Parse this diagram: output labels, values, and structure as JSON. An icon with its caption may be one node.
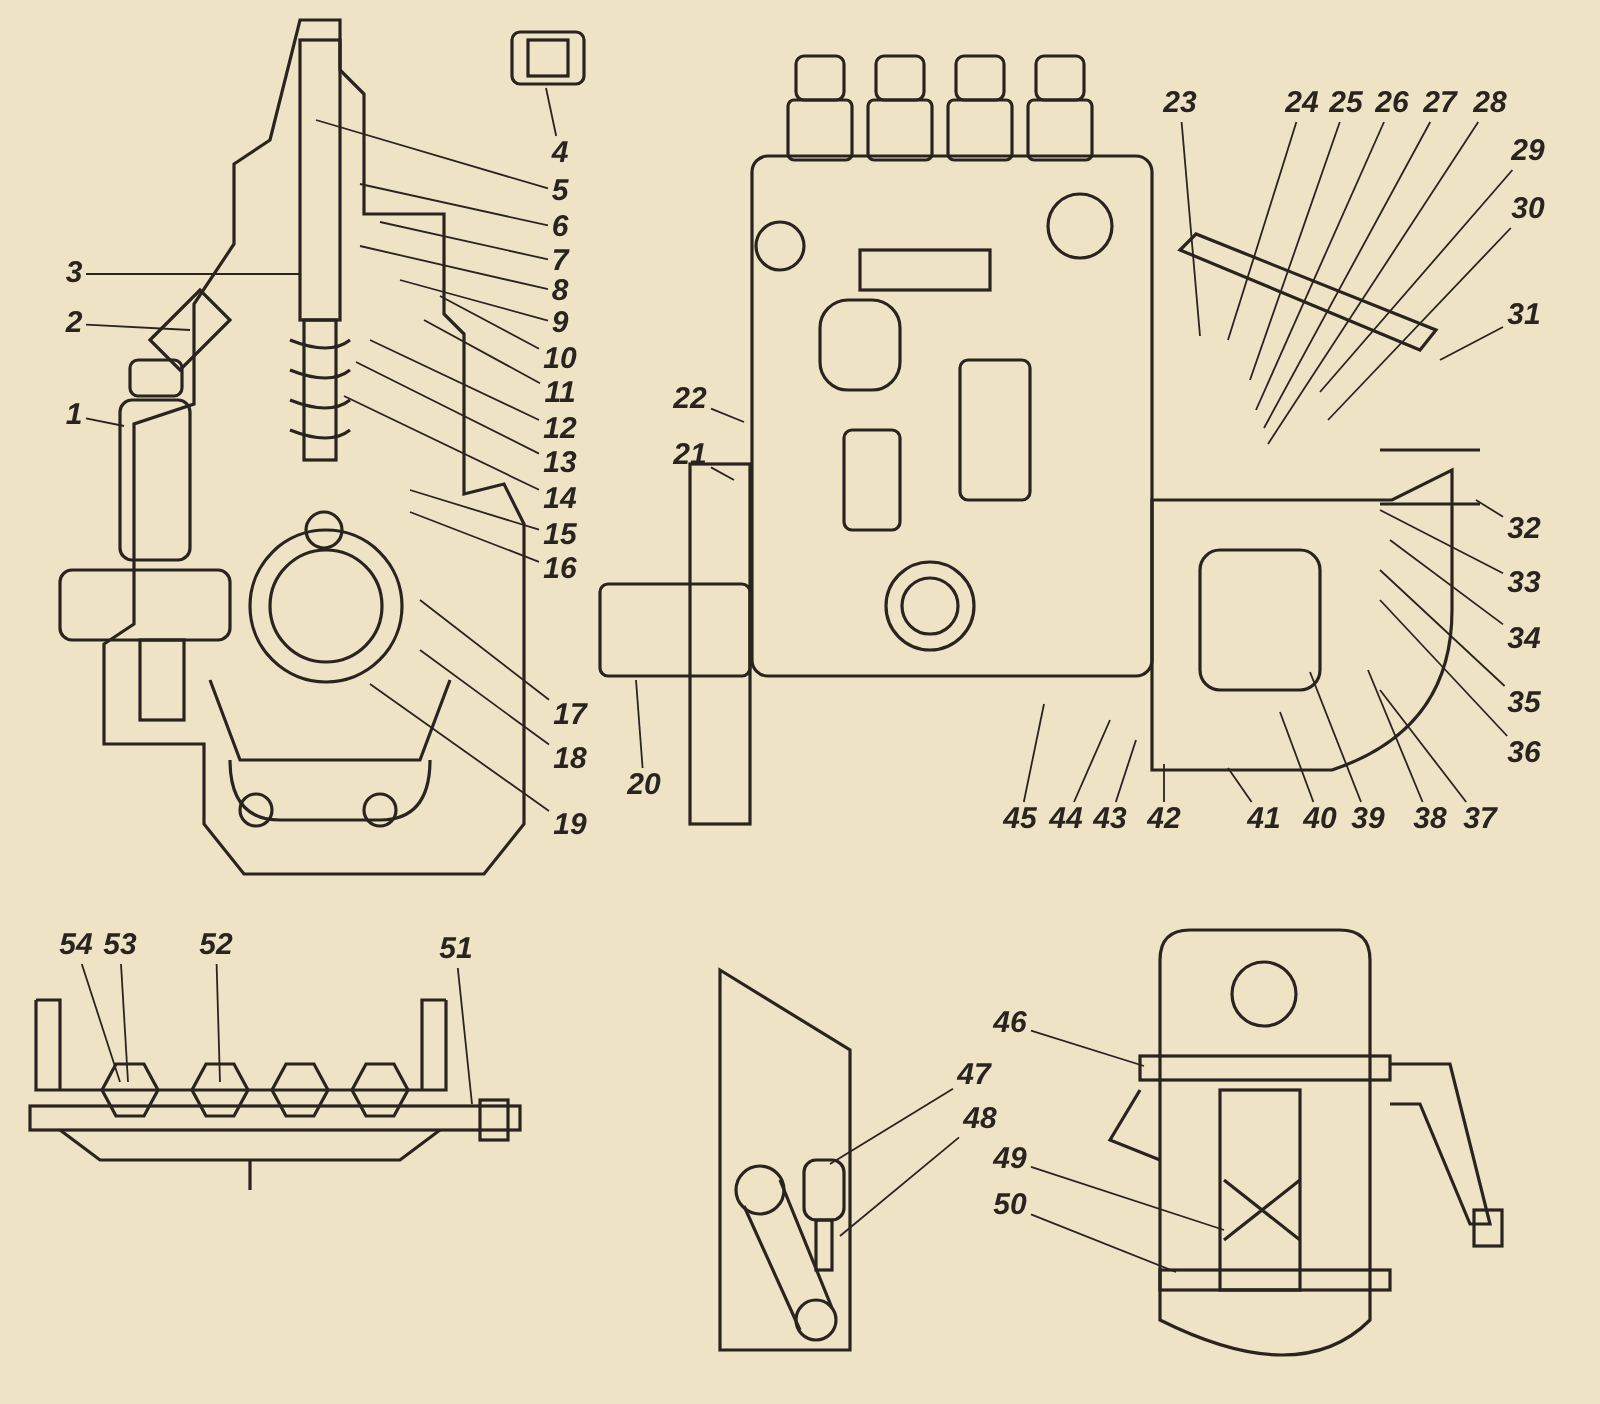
{
  "diagram": {
    "nodes": [
      {
        "text": [
          "1"
        ]
      },
      {
        "text": [
          "2"
        ]
      },
      {
        "text": [
          "3"
        ]
      },
      {
        "text": [
          "4"
        ]
      },
      {
        "text": [
          "5"
        ]
      },
      {
        "text": [
          "6"
        ]
      },
      {
        "text": [
          "7"
        ]
      },
      {
        "text": [
          "8"
        ]
      },
      {
        "text": [
          "9"
        ]
      },
      {
        "text": [
          "10"
        ]
      },
      {
        "text": [
          "11"
        ]
      },
      {
        "text": [
          "12"
        ]
      },
      {
        "text": [
          "13"
        ]
      },
      {
        "text": [
          "14"
        ]
      },
      {
        "text": [
          "15"
        ]
      },
      {
        "text": [
          "16"
        ]
      },
      {
        "text": [
          "17"
        ]
      },
      {
        "text": [
          "18"
        ]
      },
      {
        "text": [
          "19"
        ]
      },
      {
        "text": [
          "20"
        ]
      },
      {
        "text": [
          "21"
        ]
      },
      {
        "text": [
          "22"
        ]
      },
      {
        "text": [
          "23"
        ]
      },
      {
        "text": [
          "24"
        ]
      },
      {
        "text": [
          "25"
        ]
      },
      {
        "text": [
          "26"
        ]
      },
      {
        "text": [
          "27"
        ]
      },
      {
        "text": [
          "28"
        ]
      },
      {
        "text": [
          "29"
        ]
      },
      {
        "text": [
          "30"
        ]
      },
      {
        "text": [
          "31"
        ]
      },
      {
        "text": [
          "32"
        ]
      },
      {
        "text": [
          "33"
        ]
      },
      {
        "text": [
          "34"
        ]
      },
      {
        "text": [
          "35"
        ]
      },
      {
        "text": [
          "36"
        ]
      },
      {
        "text": [
          "37"
        ]
      },
      {
        "text": [
          "38"
        ]
      },
      {
        "text": [
          "39"
        ]
      },
      {
        "text": [
          "40"
        ]
      },
      {
        "text": [
          "41"
        ]
      },
      {
        "text": [
          "42"
        ]
      },
      {
        "text": [
          "43"
        ]
      },
      {
        "text": [
          "44"
        ]
      },
      {
        "text": [
          "45"
        ]
      },
      {
        "text": [
          "46"
        ]
      },
      {
        "text": [
          "47"
        ]
      },
      {
        "text": [
          "48"
        ]
      },
      {
        "text": [
          "49"
        ]
      },
      {
        "text": [
          "50"
        ]
      },
      {
        "text": [
          "51"
        ]
      },
      {
        "text": [
          "52"
        ]
      },
      {
        "text": [
          "53"
        ]
      },
      {
        "text": [
          "54"
        ]
      }
    ],
    "edges": [
      {
        "from": 0,
        "to": null,
        "arrow": "none"
      },
      {
        "from": 1,
        "to": null,
        "arrow": "none"
      },
      {
        "from": 2,
        "to": null,
        "arrow": "none"
      },
      {
        "from": 3,
        "to": null,
        "arrow": "none"
      },
      {
        "from": 4,
        "to": null,
        "arrow": "none"
      },
      {
        "from": 5,
        "to": null,
        "arrow": "none"
      },
      {
        "from": 6,
        "to": null,
        "arrow": "none"
      },
      {
        "from": 7,
        "to": null,
        "arrow": "none"
      },
      {
        "from": 8,
        "to": null,
        "arrow": "none"
      },
      {
        "from": 9,
        "to": null,
        "arrow": "none"
      },
      {
        "from": 10,
        "to": null,
        "arrow": "none"
      },
      {
        "from": 11,
        "to": null,
        "arrow": "none"
      },
      {
        "from": 12,
        "to": null,
        "arrow": "none"
      },
      {
        "from": 13,
        "to": null,
        "arrow": "none"
      },
      {
        "from": 14,
        "to": null,
        "arrow": "none"
      },
      {
        "from": 15,
        "to": null,
        "arrow": "none"
      },
      {
        "from": 16,
        "to": null,
        "arrow": "none"
      },
      {
        "from": 17,
        "to": null,
        "arrow": "none"
      },
      {
        "from": 18,
        "to": null,
        "arrow": "none"
      },
      {
        "from": 19,
        "to": null,
        "arrow": "none"
      },
      {
        "from": 20,
        "to": null,
        "arrow": "none"
      },
      {
        "from": 21,
        "to": null,
        "arrow": "none"
      },
      {
        "from": 22,
        "to": null,
        "arrow": "none"
      },
      {
        "from": 23,
        "to": null,
        "arrow": "none"
      },
      {
        "from": 24,
        "to": null,
        "arrow": "none"
      },
      {
        "from": 25,
        "to": null,
        "arrow": "none"
      },
      {
        "from": 26,
        "to": null,
        "arrow": "none"
      },
      {
        "from": 27,
        "to": null,
        "arrow": "none"
      },
      {
        "from": 28,
        "to": null,
        "arrow": "none"
      },
      {
        "from": 29,
        "to": null,
        "arrow": "none"
      },
      {
        "from": 30,
        "to": null,
        "arrow": "none"
      },
      {
        "from": 31,
        "to": null,
        "arrow": "none"
      },
      {
        "from": 32,
        "to": null,
        "arrow": "none"
      },
      {
        "from": 33,
        "to": null,
        "arrow": "none"
      },
      {
        "from": 34,
        "to": null,
        "arrow": "none"
      },
      {
        "from": 35,
        "to": null,
        "arrow": "none"
      },
      {
        "from": 36,
        "to": null,
        "arrow": "none"
      },
      {
        "from": 37,
        "to": null,
        "arrow": "none"
      },
      {
        "from": 38,
        "to": null,
        "arrow": "none"
      },
      {
        "from": 39,
        "to": null,
        "arrow": "none"
      },
      {
        "from": 40,
        "to": null,
        "arrow": "none"
      },
      {
        "from": 41,
        "to": null,
        "arrow": "none"
      },
      {
        "from": 42,
        "to": null,
        "arrow": "none"
      },
      {
        "from": 43,
        "to": null,
        "arrow": "none"
      },
      {
        "from": 44,
        "to": null,
        "arrow": "none"
      },
      {
        "from": 45,
        "to": null,
        "arrow": "none"
      },
      {
        "from": 46,
        "to": null,
        "arrow": "none"
      },
      {
        "from": 47,
        "to": null,
        "arrow": "none"
      },
      {
        "from": 48,
        "to": null,
        "arrow": "none"
      },
      {
        "from": 49,
        "to": null,
        "arrow": "none"
      },
      {
        "from": 50,
        "to": null,
        "arrow": "none"
      },
      {
        "from": 51,
        "to": null,
        "arrow": "none"
      },
      {
        "from": 52,
        "to": null,
        "arrow": "none"
      },
      {
        "from": 53,
        "to": null,
        "arrow": "none"
      }
    ]
  }
}
